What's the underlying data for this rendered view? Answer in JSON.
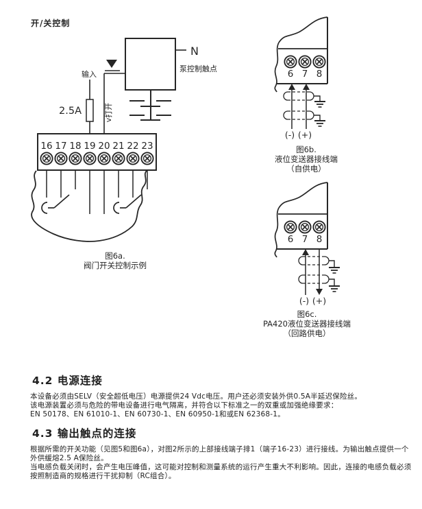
{
  "colors": {
    "ink": "#262626"
  },
  "page": {
    "heading": "开/关控制"
  },
  "fig6a": {
    "terminals": [
      "16",
      "17",
      "18",
      "19",
      "20",
      "21",
      "22",
      "23"
    ],
    "input_label": "输入",
    "fuse_label": "2.5A",
    "open_label": "v打开",
    "neutral_label": "N",
    "pump_label": "泵控制触点",
    "caption1": "图6a.",
    "caption2": "阀门开关控制示例"
  },
  "fig6b": {
    "terminals": [
      "6",
      "7",
      "8"
    ],
    "minus": "(-)",
    "plus": "(+)",
    "caption1": "图6b.",
    "caption2": "液位变送器接线端",
    "caption3": "（自供电）"
  },
  "fig6c": {
    "terminals": [
      "6",
      "7",
      "8"
    ],
    "minus": "(-)",
    "plus": "(+)",
    "caption1": "图6c.",
    "caption2": "PA420液位变送器接线端",
    "caption3": "（回路供电）"
  },
  "sec42": {
    "title": "4.2 电源连接",
    "p1": "本设备必须由SELV（安全超低电压）电源提供24 Vdc电压。用户还必须安装外供0.5A半延迟保险丝。",
    "p2": "该电源装置必须与危险的带电设备进行电气隔离，并符合以下标准之一的双重或加强绝缘要求：",
    "p3": "EN 50178、EN 61010-1、EN 60730-1、EN 60950-1和或EN 62368-1。"
  },
  "sec43": {
    "title": "4.3 输出触点的连接",
    "p1": "根据所需的开关功能（见图5和图6a），对图2所示的上部接线端子排1（端子16-23）进行接线。为输出触点提供一个外供缓熔2.5 A保险丝。",
    "p2": "当电感负载关闭时，会产生电压峰值，这可能对控制和测量系统的运行产生重大不利影响。因此，连接的电感负载必须按照制造商的规格进行干扰抑制（RC组合）。"
  }
}
